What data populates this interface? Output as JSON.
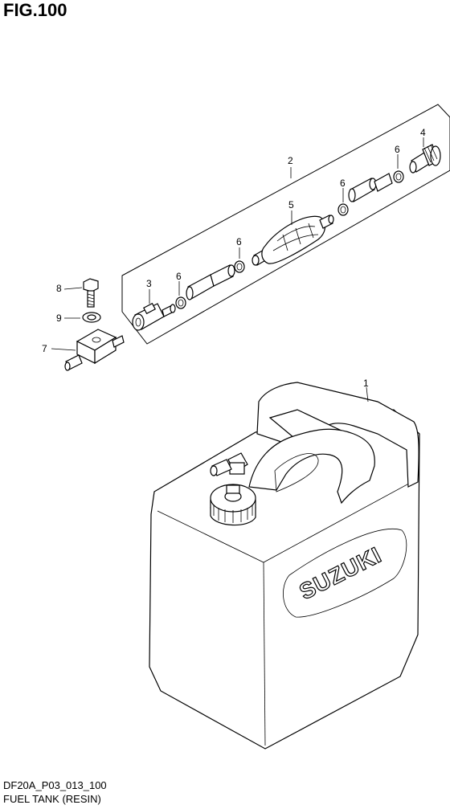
{
  "figure": {
    "title": "FIG.100",
    "code": "DF20A_P03_013_100",
    "caption": "FUEL TANK (RESIN)"
  },
  "brand_mark": "SUZUKI",
  "callouts": [
    {
      "id": "c1",
      "label": "1"
    },
    {
      "id": "c2",
      "label": "2"
    },
    {
      "id": "c3",
      "label": "3"
    },
    {
      "id": "c4",
      "label": "4"
    },
    {
      "id": "c5",
      "label": "5"
    },
    {
      "id": "c6a",
      "label": "6"
    },
    {
      "id": "c6b",
      "label": "6"
    },
    {
      "id": "c6c",
      "label": "6"
    },
    {
      "id": "c6d",
      "label": "6"
    },
    {
      "id": "c7",
      "label": "7"
    },
    {
      "id": "c8",
      "label": "8"
    },
    {
      "id": "c9",
      "label": "9"
    }
  ]
}
